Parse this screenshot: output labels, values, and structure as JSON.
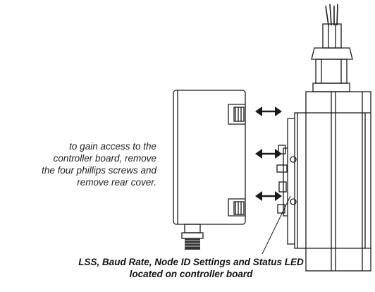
{
  "instruction": {
    "lines": [
      "to gain access to the",
      "controller board, remove",
      "the four phillips screws and",
      "remove rear cover."
    ]
  },
  "caption": {
    "lines": [
      "LSS, Baud Rate, Node ID Settings and Status LED",
      "located on controller board"
    ]
  },
  "colors": {
    "line": "#1a1a1a",
    "fill_light": "#ffffff",
    "fill_dark": "#333333"
  }
}
